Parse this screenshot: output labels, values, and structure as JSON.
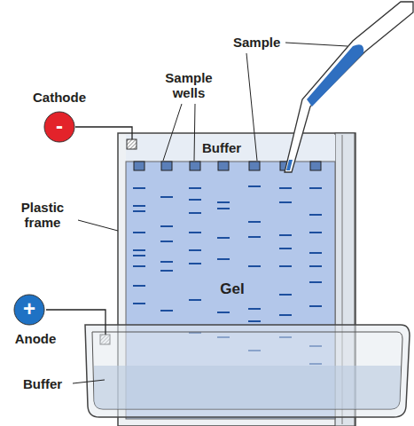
{
  "diagram": {
    "nodes": [
      {
        "text": [
          "Cathode",
          "-"
        ]
      },
      {
        "text": [
          "+",
          "Anode"
        ]
      }
    ],
    "labels": [
      "Sample wells",
      "Sample",
      "Buffer",
      "Plastic frame",
      "Gel",
      "Buffer"
    ]
  }
}
